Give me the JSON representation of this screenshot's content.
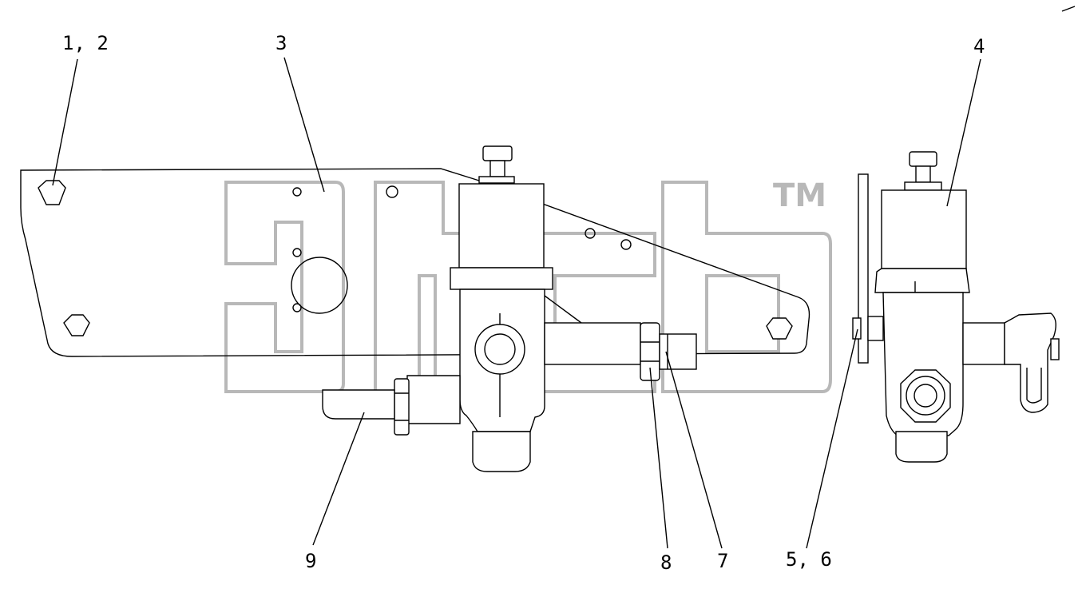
{
  "diagram": {
    "watermark_text": "ТМ",
    "callouts": [
      {
        "id": "callout-1-2",
        "label": "1, 2"
      },
      {
        "id": "callout-3",
        "label": "3"
      },
      {
        "id": "callout-4",
        "label": "4"
      },
      {
        "id": "callout-9",
        "label": "9"
      },
      {
        "id": "callout-8",
        "label": "8"
      },
      {
        "id": "callout-7",
        "label": "7"
      },
      {
        "id": "callout-5-6",
        "label": "5, 6"
      }
    ]
  }
}
